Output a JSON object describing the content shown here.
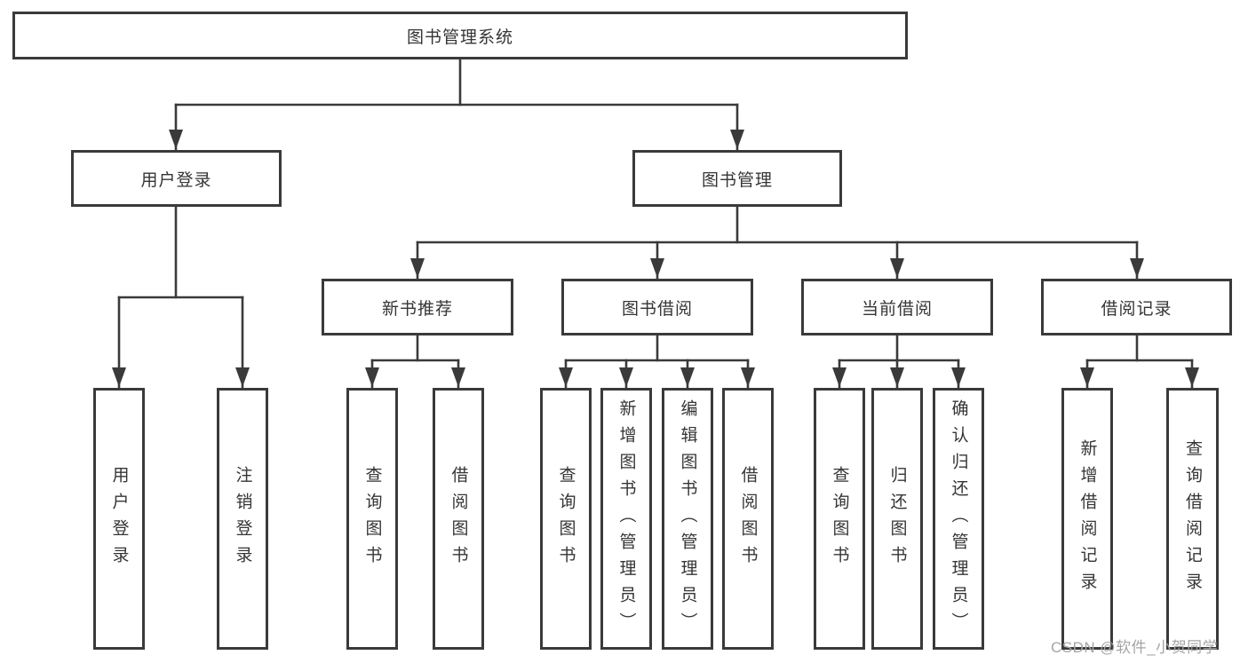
{
  "diagram": {
    "root": {
      "label": "图书管理系统"
    },
    "level1": [
      {
        "label": "用户登录"
      },
      {
        "label": "图书管理"
      }
    ],
    "level2": [
      {
        "label": "新书推荐"
      },
      {
        "label": "图书借阅"
      },
      {
        "label": "当前借阅"
      },
      {
        "label": "借阅记录"
      }
    ],
    "leaves": {
      "user_login": [
        {
          "label": "用户登录"
        },
        {
          "label": "注销登录"
        }
      ],
      "new_book_recommend": [
        {
          "label": "查询图书"
        },
        {
          "label": "借阅图书"
        }
      ],
      "book_borrow": [
        {
          "label": "查询图书"
        },
        {
          "label": "新增图书（管理员）"
        },
        {
          "label": "编辑图书（管理员）"
        },
        {
          "label": "借阅图书"
        }
      ],
      "current_borrow": [
        {
          "label": "查询图书"
        },
        {
          "label": "归还图书"
        },
        {
          "label": "确认归还（管理员）"
        }
      ],
      "borrow_records": [
        {
          "label": "新增借阅记录"
        },
        {
          "label": "查询借阅记录"
        }
      ]
    }
  },
  "watermark": {
    "text": "CSDN @软件_小贺同学"
  },
  "colors": {
    "line": "#3a3a3a",
    "text": "#353535",
    "watermark": "#a5a5a5",
    "background": "#ffffff"
  }
}
